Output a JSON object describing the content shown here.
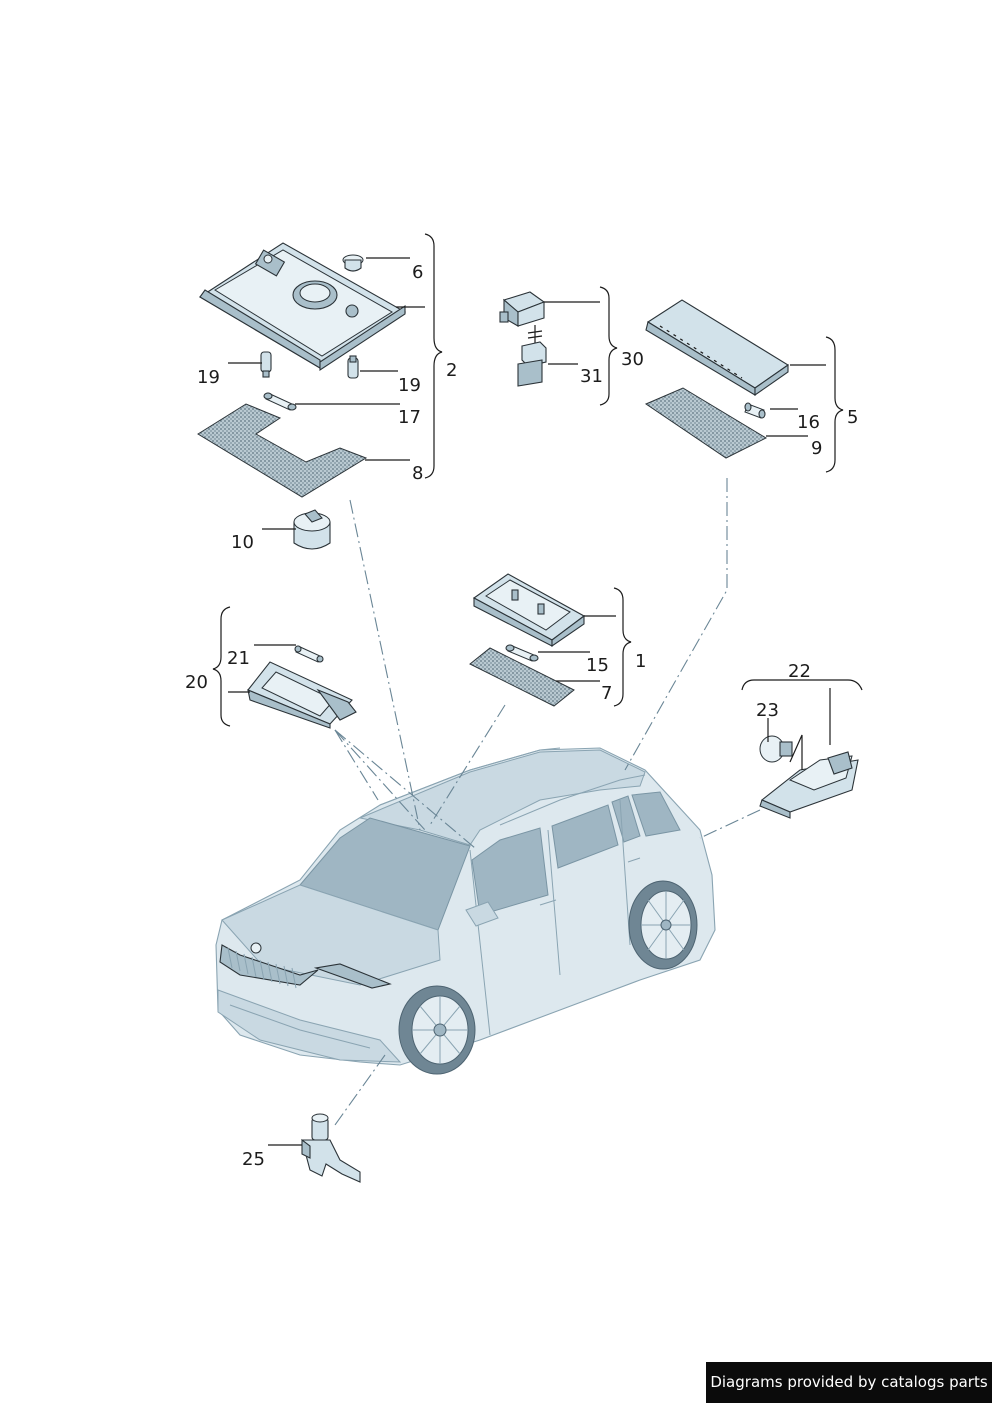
{
  "callouts": [
    {
      "id": "c1",
      "text": "1"
    },
    {
      "id": "c2",
      "text": "2"
    },
    {
      "id": "c5",
      "text": "5"
    },
    {
      "id": "c6",
      "text": "6"
    },
    {
      "id": "c7",
      "text": "7"
    },
    {
      "id": "c8",
      "text": "8"
    },
    {
      "id": "c9",
      "text": "9"
    },
    {
      "id": "c10",
      "text": "10"
    },
    {
      "id": "c15",
      "text": "15"
    },
    {
      "id": "c16",
      "text": "16"
    },
    {
      "id": "c17",
      "text": "17"
    },
    {
      "id": "c19a",
      "text": "19"
    },
    {
      "id": "c19b",
      "text": "19"
    },
    {
      "id": "c20",
      "text": "20"
    },
    {
      "id": "c21",
      "text": "21"
    },
    {
      "id": "c22",
      "text": "22"
    },
    {
      "id": "c23",
      "text": "23"
    },
    {
      "id": "c25",
      "text": "25"
    },
    {
      "id": "c30",
      "text": "30"
    },
    {
      "id": "c31",
      "text": "31"
    }
  ],
  "credit": {
    "text": "Diagrams provided by catalogs parts"
  }
}
